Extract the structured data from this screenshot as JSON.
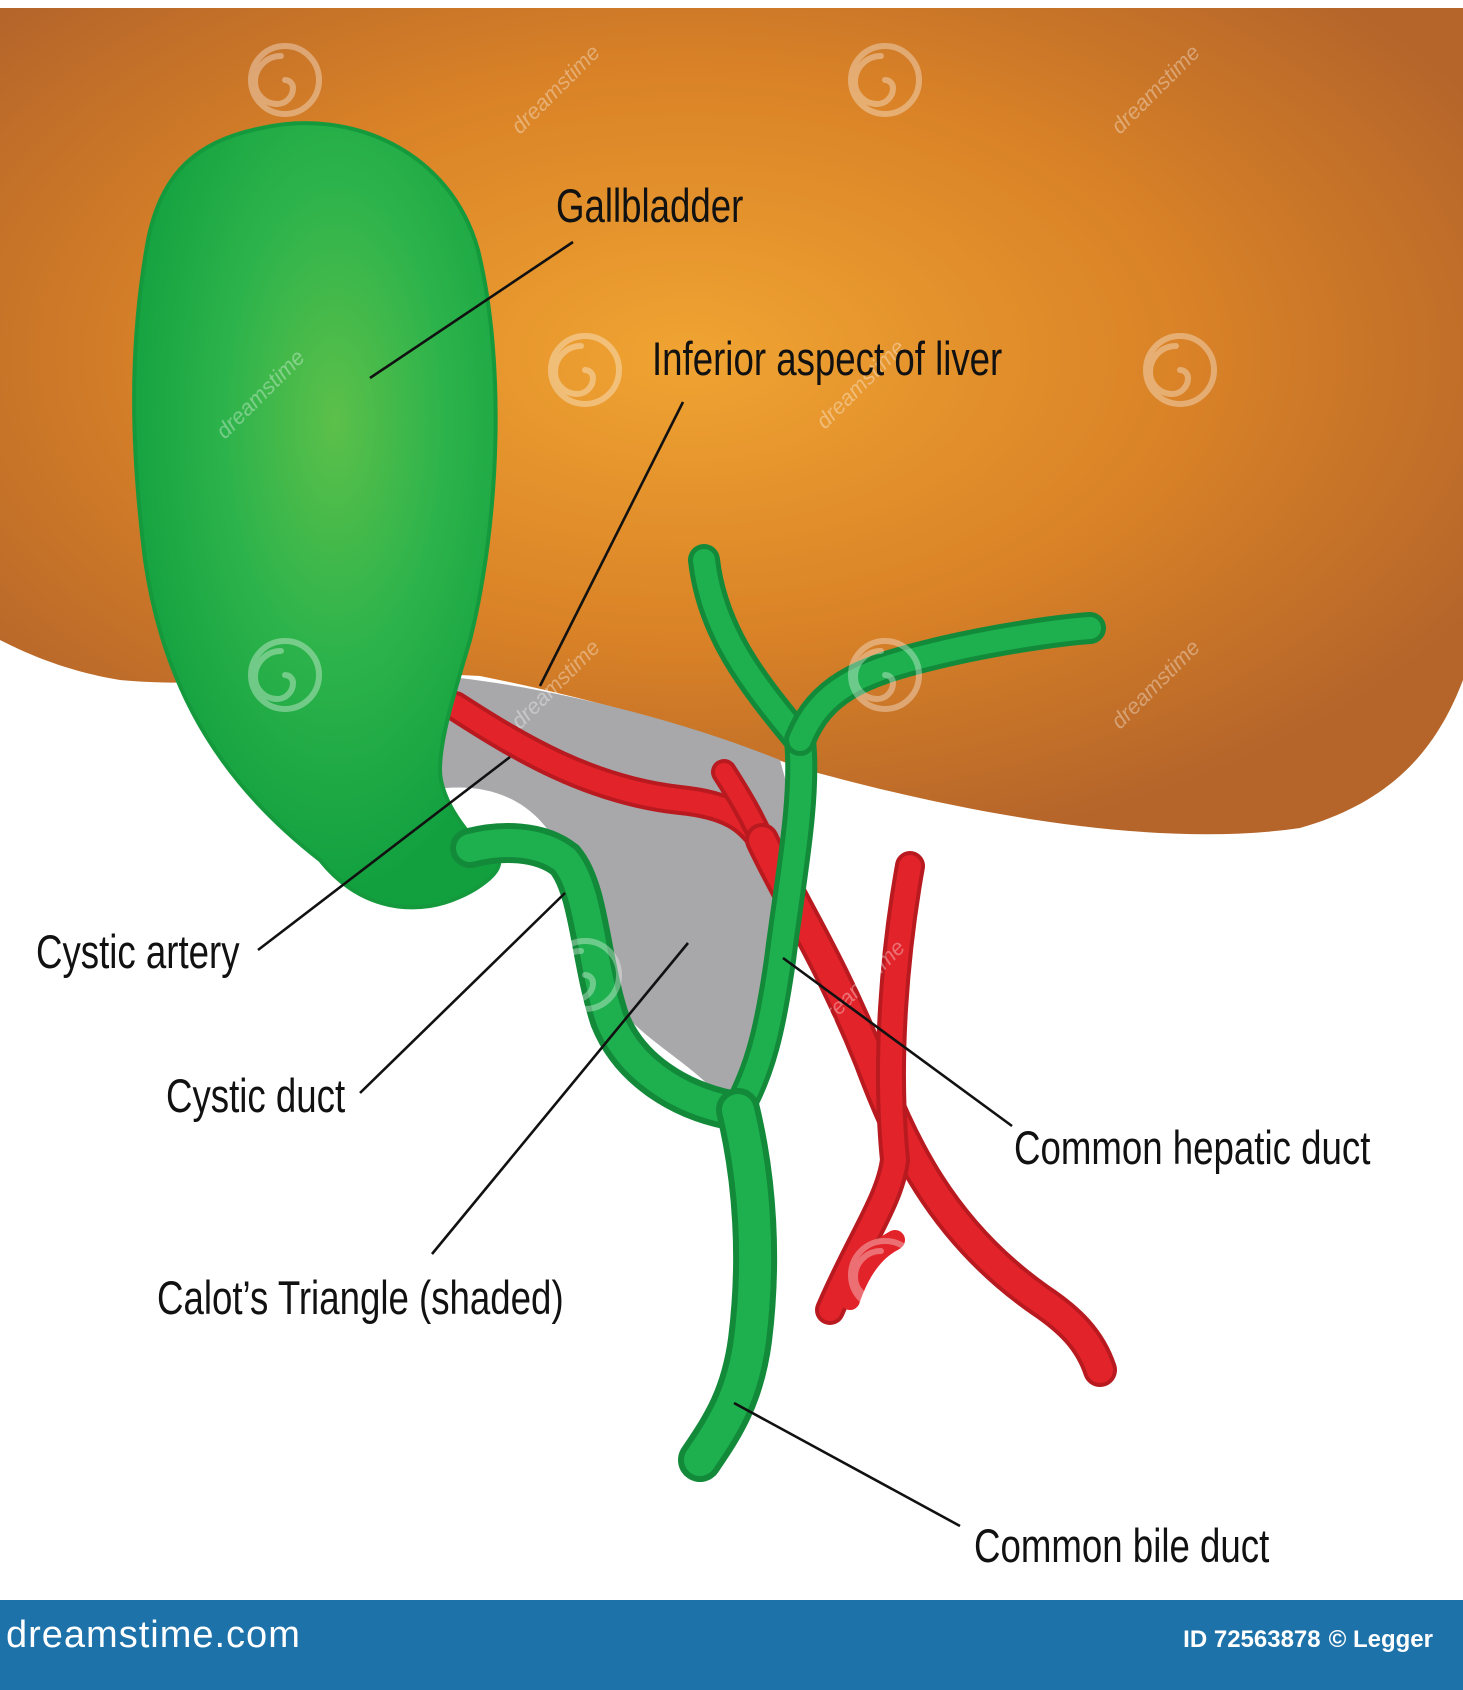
{
  "labels": {
    "gallbladder": "Gallbladder",
    "inferior_liver": "Inferior aspect of liver",
    "cystic_artery": "Cystic artery",
    "cystic_duct": "Cystic duct",
    "calots_triangle": "Calot’s Triangle (shaded)",
    "common_hepatic_duct": "Common hepatic duct",
    "common_bile_duct": "Common bile duct"
  },
  "footer": {
    "site": "dreamstime.com",
    "id": "ID 72563878",
    "credit": "© Legger"
  },
  "watermark": {
    "text": "dreamstime"
  },
  "colors": {
    "liver_light": "#eb9a2e",
    "liver_dark": "#b5652a",
    "gallbladder": "#1faa4a",
    "duct": "#1e9c48",
    "artery": "#e2232a",
    "triangle": "#a8a8aa",
    "footer": "#1d72aa"
  }
}
